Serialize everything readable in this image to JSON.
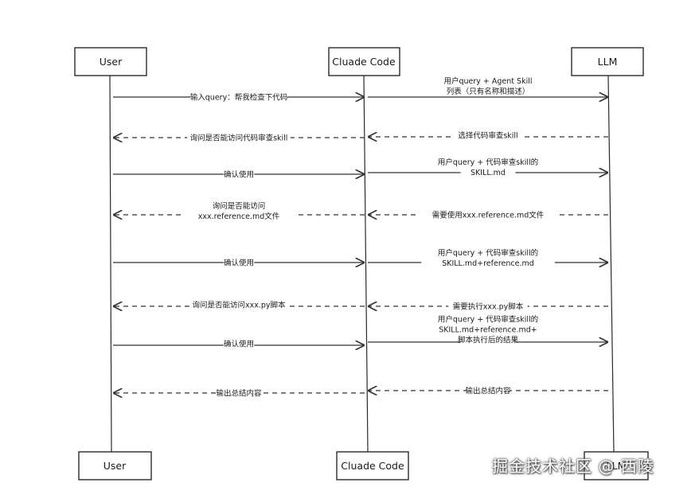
{
  "participants": {
    "user": "User",
    "claude_code": "Cluade Code",
    "llm": "LLM"
  },
  "messages": [
    {
      "id": "m1",
      "from": "user",
      "to": "claude_code",
      "lines": [
        "输入query：帮我检查下代码"
      ]
    },
    {
      "id": "m2",
      "from": "claude_code",
      "to": "llm",
      "lines": [
        "用户query + Agent Skill",
        "列表（只有名称和描述）"
      ]
    },
    {
      "id": "m3",
      "from": "llm",
      "to": "claude_code",
      "dashed": true,
      "lines": [
        "选择代码审查skill"
      ]
    },
    {
      "id": "m4",
      "from": "claude_code",
      "to": "user",
      "dashed": true,
      "lines": [
        "询问是否能访问代码审查skill"
      ]
    },
    {
      "id": "m5",
      "from": "user",
      "to": "claude_code",
      "lines": [
        "确认使用"
      ]
    },
    {
      "id": "m6",
      "from": "claude_code",
      "to": "llm",
      "lines": [
        "用户query + 代码审查skill的",
        "SKILL.md"
      ]
    },
    {
      "id": "m7",
      "from": "llm",
      "to": "claude_code",
      "dashed": true,
      "lines": [
        "需要使用xxx.reference.md文件"
      ]
    },
    {
      "id": "m8",
      "from": "claude_code",
      "to": "user",
      "dashed": true,
      "lines": [
        "询问是否能访问",
        "xxx.reference.md文件"
      ]
    },
    {
      "id": "m9",
      "from": "user",
      "to": "claude_code",
      "lines": [
        "确认使用"
      ]
    },
    {
      "id": "m10",
      "from": "claude_code",
      "to": "llm",
      "lines": [
        "用户query + 代码审查skill的",
        "SKILL.md+reference.md"
      ]
    },
    {
      "id": "m11",
      "from": "llm",
      "to": "claude_code",
      "dashed": true,
      "lines": [
        "需要执行xxx.py脚本"
      ]
    },
    {
      "id": "m12",
      "from": "claude_code",
      "to": "user",
      "dashed": true,
      "lines": [
        "询问是否能访问xxx.py脚本"
      ]
    },
    {
      "id": "m13",
      "from": "user",
      "to": "claude_code",
      "lines": [
        "确认使用"
      ]
    },
    {
      "id": "m14",
      "from": "claude_code",
      "to": "llm",
      "lines": [
        "用户query + 代码审查skill的",
        "SKILL.md+reference.md+",
        "脚本执行后的结果"
      ]
    },
    {
      "id": "m15",
      "from": "llm",
      "to": "claude_code",
      "dashed": true,
      "lines": [
        "输出总结内容"
      ]
    },
    {
      "id": "m16",
      "from": "claude_code",
      "to": "user",
      "dashed": true,
      "lines": [
        "输出总结内容"
      ]
    }
  ],
  "watermark": "掘金技术社区 @ 西陵"
}
